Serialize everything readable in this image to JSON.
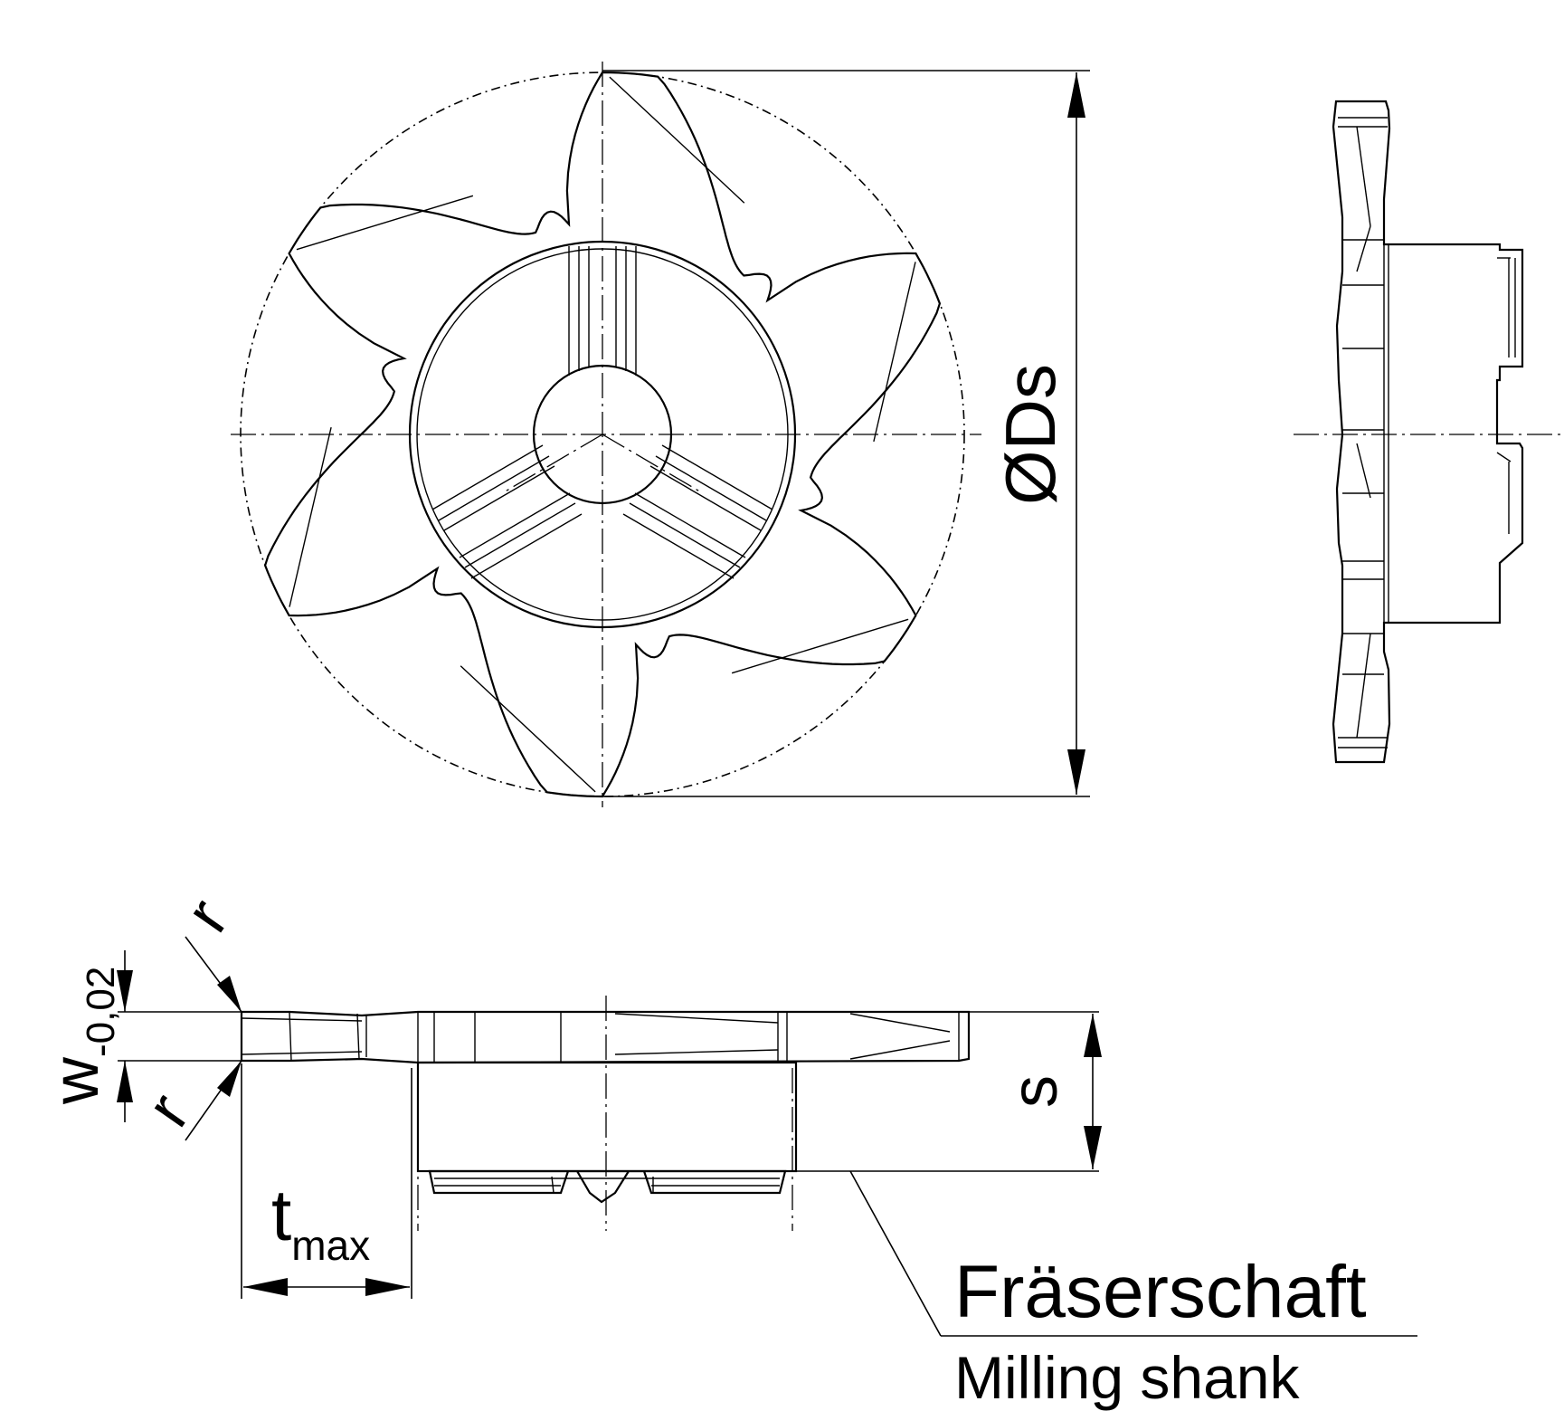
{
  "colors": {
    "insert_fill": "#ffff00",
    "line": "#000000",
    "background": "#ffffff"
  },
  "labels": {
    "diameter": "ØDs",
    "width_w": "w",
    "width_w_tolerance": "-0,02",
    "radius_top": "r",
    "radius_bottom": "r",
    "shank_s": "s",
    "t_max_main": "t",
    "t_max_sub": "max",
    "shank_de": "Fräserschaft",
    "shank_en": "Milling shank"
  }
}
